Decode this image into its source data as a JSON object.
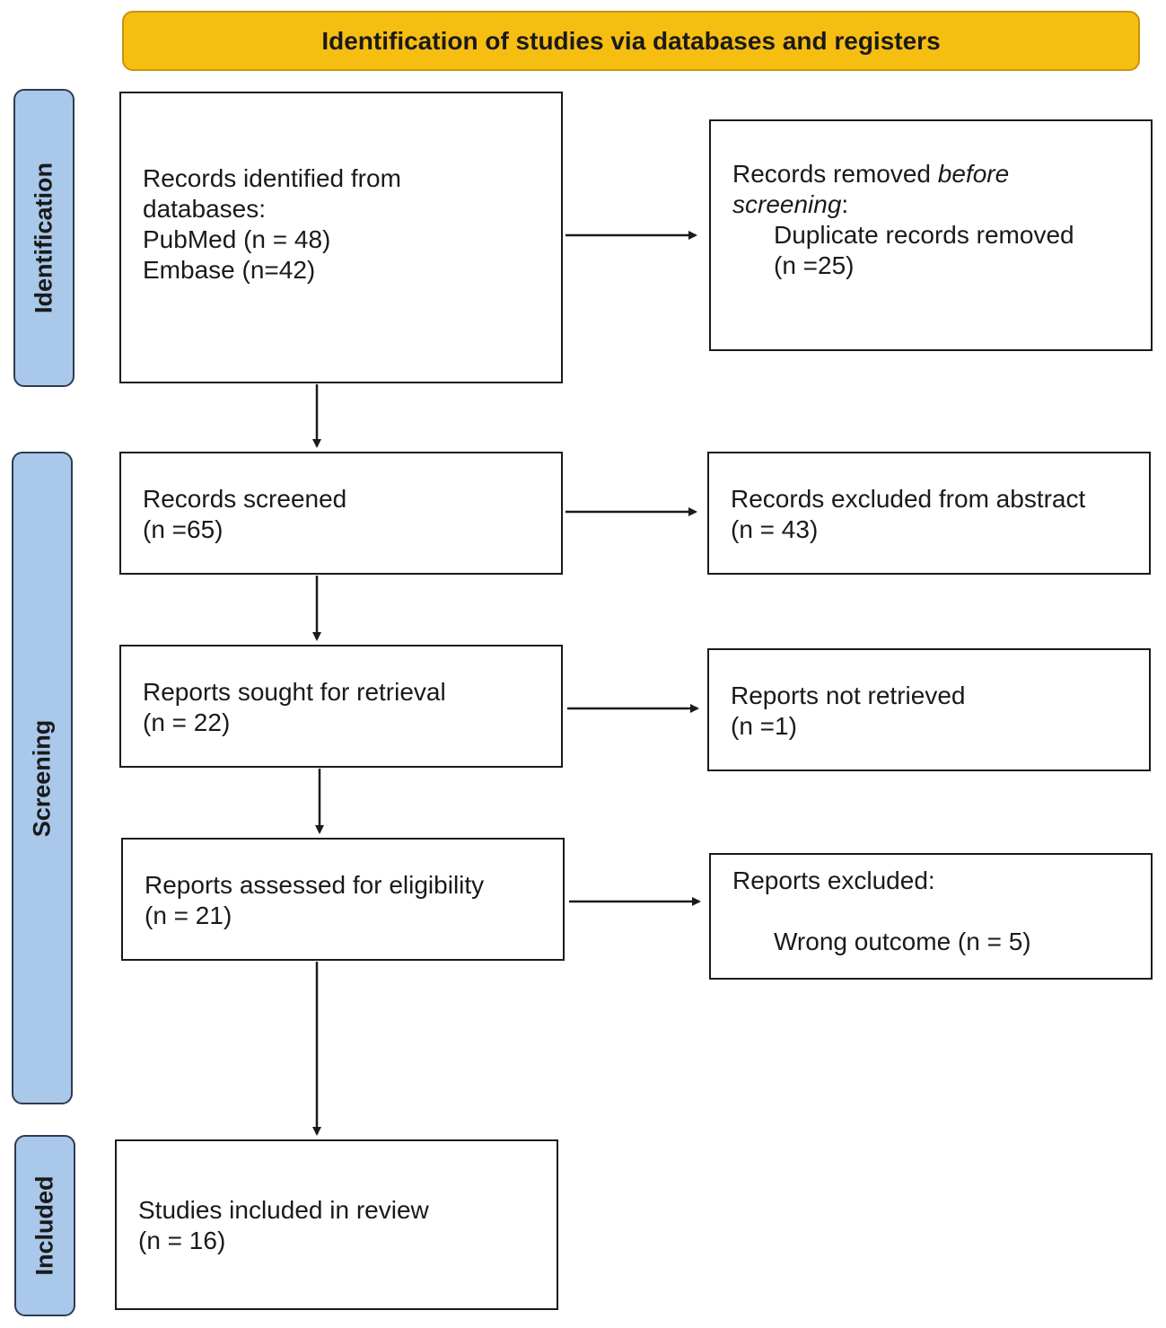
{
  "header": {
    "title": "Identification of studies via databases and registers"
  },
  "stages": {
    "identification": "Identification",
    "screening": "Screening",
    "included": "Included"
  },
  "boxes": {
    "records_identified": {
      "line1": "Records identified from",
      "line2": "databases:",
      "line3": "PubMed (n = 48)",
      "line4": "Embase (n=42)"
    },
    "records_removed": {
      "prefix": "Records removed ",
      "italic1": "before",
      "italic2": "screening",
      "colon": ":",
      "line3": "Duplicate records removed",
      "line4": "(n =25)"
    },
    "records_screened": {
      "line1": "Records screened",
      "line2": "(n =65)"
    },
    "records_excluded": {
      "line1": "Records excluded from abstract",
      "line2": "(n = 43)"
    },
    "reports_sought": {
      "line1": "Reports sought for retrieval",
      "line2": "(n = 22)"
    },
    "reports_not_retrieved": {
      "line1": "Reports not retrieved",
      "line2": "(n =1)"
    },
    "reports_assessed": {
      "line1": "Reports assessed for eligibility",
      "line2": "(n = 21)"
    },
    "reports_excluded": {
      "line1": "Reports excluded:",
      "line2": "Wrong outcome (n = 5)"
    },
    "studies_included": {
      "line1": "Studies included in review",
      "line2": "(n = 16)"
    }
  },
  "colors": {
    "header_fill": "#f7be12",
    "stage_fill": "#a9c8ea",
    "box_border": "#1a1a1a"
  }
}
